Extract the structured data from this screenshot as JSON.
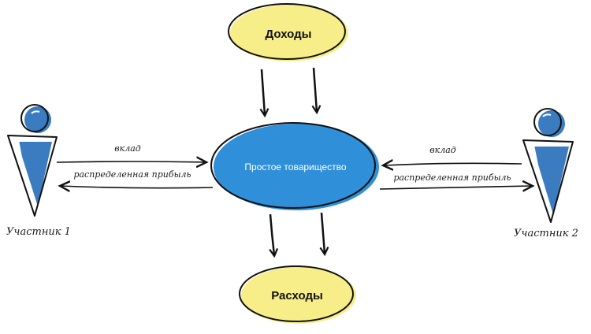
{
  "nodes": {
    "income": "Доходы",
    "expenses": "Расходы",
    "partnership": "Простое товарищество"
  },
  "participants": {
    "left": "Участник 1",
    "right": "Участник 2"
  },
  "edges": {
    "left_contribution": "вклад",
    "left_profit": "распределенная прибыль",
    "right_contribution": "вклад",
    "right_profit": "распределенная прибыль"
  },
  "colors": {
    "partnership_fill": "#2f8fd8",
    "income_fill": "#f7ee8a",
    "figure_fill": "#3b7cc0",
    "outline": "#111111"
  }
}
